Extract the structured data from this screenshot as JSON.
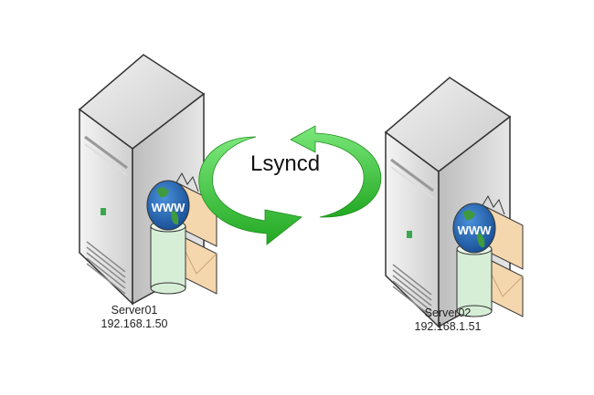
{
  "diagram": {
    "title": "Lsyncd",
    "arrow_color": "#3cc43c",
    "servers": [
      {
        "name": "Server01",
        "ip": "192.168.1.50"
      },
      {
        "name": "Server02",
        "ip": "192.168.1.51"
      }
    ],
    "globe_text": "WWW"
  }
}
